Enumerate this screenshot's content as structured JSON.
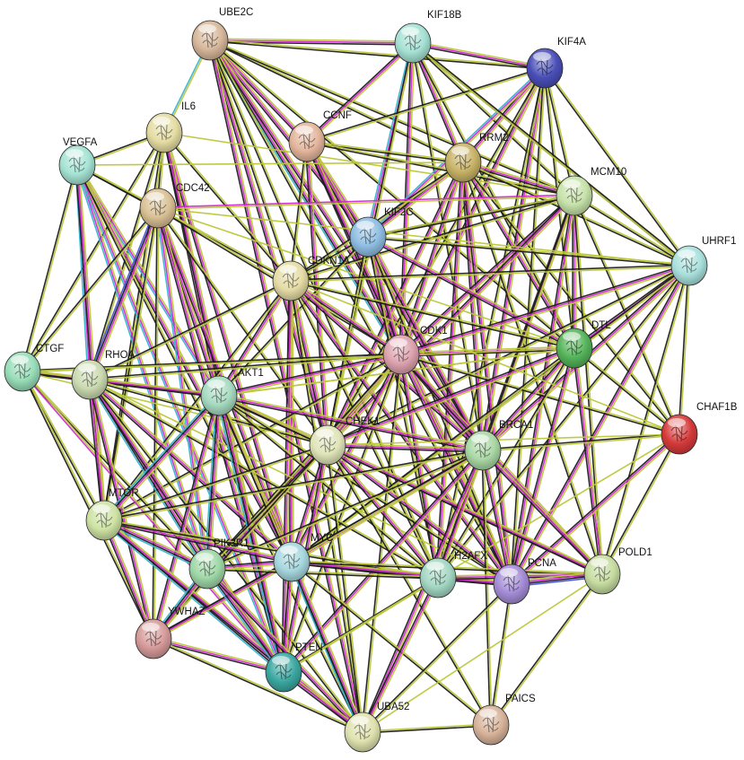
{
  "network": {
    "edge_colors": {
      "yellow": "#bcc83a",
      "black": "#1e1e1e",
      "magenta": "#d22bd2",
      "cyan": "#35b6d1",
      "blue": "#4a55d8"
    },
    "nodes": [
      {
        "id": "UBE2C",
        "label": "UBE2C",
        "color": "#d6b79a"
      },
      {
        "id": "KIF18B",
        "label": "KIF18B",
        "color": "#a6e1d4"
      },
      {
        "id": "KIF4A",
        "label": "KIF4A",
        "color": "#4a4fb8"
      },
      {
        "id": "IL6",
        "label": "IL6",
        "color": "#e4dca2"
      },
      {
        "id": "CCNF",
        "label": "CCNF",
        "color": "#e3b59c"
      },
      {
        "id": "RRM2",
        "label": "RRM2",
        "color": "#c7b266"
      },
      {
        "id": "VEGFA",
        "label": "VEGFA",
        "color": "#a5e3d3"
      },
      {
        "id": "MCM10",
        "label": "MCM10",
        "color": "#c6e2a9"
      },
      {
        "id": "CDC42",
        "label": "CDC42",
        "color": "#d9c094"
      },
      {
        "id": "KIF2C",
        "label": "KIF2C",
        "color": "#8fbde2"
      },
      {
        "id": "UHRF1",
        "label": "UHRF1",
        "color": "#a9e0dc"
      },
      {
        "id": "CDKN1A",
        "label": "CDKN1A",
        "color": "#e4dba4"
      },
      {
        "id": "CDK1",
        "label": "CDK1",
        "color": "#dca2ae"
      },
      {
        "id": "DTL",
        "label": "DTL",
        "color": "#55b45a"
      },
      {
        "id": "CTGF",
        "label": "CTGF",
        "color": "#98ddb8"
      },
      {
        "id": "RHOA",
        "label": "RHOA",
        "color": "#cad9b0"
      },
      {
        "id": "AKT1",
        "label": "AKT1",
        "color": "#a6dac0"
      },
      {
        "id": "CHAF1B",
        "label": "CHAF1B",
        "color": "#d63a3a"
      },
      {
        "id": "CHEK1",
        "label": "CHEK1",
        "color": "#dfe4b8"
      },
      {
        "id": "BRCA1",
        "label": "BRCA1",
        "color": "#a9d7a5"
      },
      {
        "id": "MTOR",
        "label": "MTOR",
        "color": "#cde2a3"
      },
      {
        "id": "MYC",
        "label": "MYC",
        "color": "#a6d7de"
      },
      {
        "id": "PIK3R1",
        "label": "PIK3R1",
        "color": "#9fd7a7"
      },
      {
        "id": "H2AFX",
        "label": "H2AFX",
        "color": "#a3d7c3"
      },
      {
        "id": "PCNA",
        "label": "PCNA",
        "color": "#a48cd6"
      },
      {
        "id": "POLD1",
        "label": "POLD1",
        "color": "#c6dca0"
      },
      {
        "id": "YWHAZ",
        "label": "YWHAZ",
        "color": "#d69a9a"
      },
      {
        "id": "PTEN",
        "label": "PTEN",
        "color": "#3ba8a1"
      },
      {
        "id": "UBA52",
        "label": "UBA52",
        "color": "#dfe2ae"
      },
      {
        "id": "PAICS",
        "label": "PAICS",
        "color": "#d7b39a"
      }
    ],
    "edges": [
      [
        "UBE2C",
        "KIF18B",
        "ymk"
      ],
      [
        "UBE2C",
        "KIF4A",
        "yk"
      ],
      [
        "UBE2C",
        "CCNF",
        "ymk"
      ],
      [
        "UBE2C",
        "RRM2",
        "yk"
      ],
      [
        "UBE2C",
        "KIF2C",
        "ymk"
      ],
      [
        "UBE2C",
        "CDK1",
        "ymkc"
      ],
      [
        "UBE2C",
        "CHEK1",
        "ymk"
      ],
      [
        "UBE2C",
        "BRCA1",
        "ymk"
      ],
      [
        "UBE2C",
        "MCM10",
        "yk"
      ],
      [
        "UBE2C",
        "CDKN1A",
        "yk"
      ],
      [
        "UBE2C",
        "IL6",
        "yc"
      ],
      [
        "UBE2C",
        "PCNA",
        "yk"
      ],
      [
        "UBE2C",
        "H2AFX",
        "yk"
      ],
      [
        "UBE2C",
        "UBA52",
        "ymk"
      ],
      [
        "UBE2C",
        "DTL",
        "yk"
      ],
      [
        "KIF18B",
        "KIF4A",
        "ymk"
      ],
      [
        "KIF18B",
        "CCNF",
        "ymk"
      ],
      [
        "KIF18B",
        "RRM2",
        "ymk"
      ],
      [
        "KIF18B",
        "KIF2C",
        "ymc"
      ],
      [
        "KIF18B",
        "CDK1",
        "ymk"
      ],
      [
        "KIF18B",
        "MCM10",
        "yk"
      ],
      [
        "KIF18B",
        "BRCA1",
        "yk"
      ],
      [
        "KIF18B",
        "CHEK1",
        "yk"
      ],
      [
        "KIF18B",
        "DTL",
        "yk"
      ],
      [
        "KIF18B",
        "UHRF1",
        "yk"
      ],
      [
        "KIF4A",
        "RRM2",
        "ymk"
      ],
      [
        "KIF4A",
        "KIF2C",
        "ymc"
      ],
      [
        "KIF4A",
        "CDK1",
        "ymk"
      ],
      [
        "KIF4A",
        "MCM10",
        "yk"
      ],
      [
        "KIF4A",
        "BRCA1",
        "ymk"
      ],
      [
        "KIF4A",
        "CHEK1",
        "yk"
      ],
      [
        "KIF4A",
        "DTL",
        "yk"
      ],
      [
        "KIF4A",
        "UHRF1",
        "yk"
      ],
      [
        "KIF4A",
        "CCNF",
        "yk"
      ],
      [
        "KIF4A",
        "PCNA",
        "yk"
      ],
      [
        "KIF4A",
        "H2AFX",
        "yk"
      ],
      [
        "IL6",
        "VEGFA",
        "yk"
      ],
      [
        "IL6",
        "CDC42",
        "yk"
      ],
      [
        "IL6",
        "AKT1",
        "ymk"
      ],
      [
        "IL6",
        "CTGF",
        "yk"
      ],
      [
        "IL6",
        "RHOA",
        "yk"
      ],
      [
        "IL6",
        "MTOR",
        "yk"
      ],
      [
        "IL6",
        "CDKN1A",
        "yk"
      ],
      [
        "IL6",
        "MYC",
        "ymk"
      ],
      [
        "IL6",
        "PTEN",
        "ymk"
      ],
      [
        "IL6",
        "MCM10",
        "y"
      ],
      [
        "CCNF",
        "RRM2",
        "yk"
      ],
      [
        "CCNF",
        "KIF2C",
        "ymk"
      ],
      [
        "CCNF",
        "CDK1",
        "ymk"
      ],
      [
        "CCNF",
        "CHEK1",
        "ymk"
      ],
      [
        "CCNF",
        "BRCA1",
        "ymk"
      ],
      [
        "CCNF",
        "CDKN1A",
        "yk"
      ],
      [
        "CCNF",
        "PCNA",
        "ymk"
      ],
      [
        "CCNF",
        "MCM10",
        "yk"
      ],
      [
        "RRM2",
        "MCM10",
        "ymk"
      ],
      [
        "RRM2",
        "CDK1",
        "ymk"
      ],
      [
        "RRM2",
        "CHEK1",
        "ymk"
      ],
      [
        "RRM2",
        "BRCA1",
        "ymk"
      ],
      [
        "RRM2",
        "DTL",
        "ymk"
      ],
      [
        "RRM2",
        "UHRF1",
        "yk"
      ],
      [
        "RRM2",
        "KIF2C",
        "ymk"
      ],
      [
        "RRM2",
        "PCNA",
        "ymk"
      ],
      [
        "RRM2",
        "H2AFX",
        "ymk"
      ],
      [
        "RRM2",
        "POLD1",
        "yk"
      ],
      [
        "RRM2",
        "CHAF1B",
        "yk"
      ],
      [
        "RRM2",
        "CDKN1A",
        "yk"
      ],
      [
        "VEGFA",
        "CDC42",
        "yk"
      ],
      [
        "VEGFA",
        "AKT1",
        "ymc"
      ],
      [
        "VEGFA",
        "RHOA",
        "ymc"
      ],
      [
        "VEGFA",
        "CTGF",
        "yk"
      ],
      [
        "VEGFA",
        "MTOR",
        "ymk"
      ],
      [
        "VEGFA",
        "PIK3R1",
        "ymc"
      ],
      [
        "VEGFA",
        "MYC",
        "ymk"
      ],
      [
        "VEGFA",
        "PTEN",
        "ymc"
      ],
      [
        "VEGFA",
        "CDKN1A",
        "yk"
      ],
      [
        "VEGFA",
        "RRM2",
        "y"
      ],
      [
        "VEGFA",
        "UBA52",
        "yk"
      ],
      [
        "MCM10",
        "CDK1",
        "ymk"
      ],
      [
        "MCM10",
        "DTL",
        "ymk"
      ],
      [
        "MCM10",
        "UHRF1",
        "yk"
      ],
      [
        "MCM10",
        "CHEK1",
        "ymk"
      ],
      [
        "MCM10",
        "BRCA1",
        "ymk"
      ],
      [
        "MCM10",
        "PCNA",
        "ymk"
      ],
      [
        "MCM10",
        "CHAF1B",
        "yk"
      ],
      [
        "MCM10",
        "KIF2C",
        "yk"
      ],
      [
        "MCM10",
        "CDC42",
        "ym"
      ],
      [
        "MCM10",
        "H2AFX",
        "yk"
      ],
      [
        "MCM10",
        "POLD1",
        "yk"
      ],
      [
        "MCM10",
        "CDKN1A",
        "yk"
      ],
      [
        "CDC42",
        "AKT1",
        "ymk"
      ],
      [
        "CDC42",
        "RHOA",
        "ymkb"
      ],
      [
        "CDC42",
        "CTGF",
        "yk"
      ],
      [
        "CDC42",
        "PIK3R1",
        "ymc"
      ],
      [
        "CDC42",
        "MTOR",
        "yk"
      ],
      [
        "CDC42",
        "CDK1",
        "yk"
      ],
      [
        "CDC42",
        "MYC",
        "ymk"
      ],
      [
        "CDC42",
        "PTEN",
        "ymk"
      ],
      [
        "CDC42",
        "YWHAZ",
        "yk"
      ],
      [
        "CDC42",
        "CHEK1",
        "yk"
      ],
      [
        "CDC42",
        "DTL",
        "y"
      ],
      [
        "KIF2C",
        "CDK1",
        "ymk"
      ],
      [
        "KIF2C",
        "CHEK1",
        "yk"
      ],
      [
        "KIF2C",
        "BRCA1",
        "ymk"
      ],
      [
        "KIF2C",
        "MCM10",
        "yk"
      ],
      [
        "KIF2C",
        "DTL",
        "ymk"
      ],
      [
        "KIF2C",
        "UHRF1",
        "yk"
      ],
      [
        "KIF2C",
        "PCNA",
        "yk"
      ],
      [
        "KIF2C",
        "H2AFX",
        "yk"
      ],
      [
        "KIF2C",
        "CDKN1A",
        "yk"
      ],
      [
        "KIF2C",
        "AKT1",
        "yk"
      ],
      [
        "UHRF1",
        "CDK1",
        "ymk"
      ],
      [
        "UHRF1",
        "DTL",
        "ymk"
      ],
      [
        "UHRF1",
        "CHEK1",
        "yk"
      ],
      [
        "UHRF1",
        "BRCA1",
        "ymk"
      ],
      [
        "UHRF1",
        "PCNA",
        "ymk"
      ],
      [
        "UHRF1",
        "CHAF1B",
        "yk"
      ],
      [
        "UHRF1",
        "H2AFX",
        "yk"
      ],
      [
        "UHRF1",
        "POLD1",
        "yk"
      ],
      [
        "UHRF1",
        "CDC42",
        "y"
      ],
      [
        "UHRF1",
        "KIF18B",
        "yk"
      ],
      [
        "UHRF1",
        "MYC",
        "yk"
      ],
      [
        "UHRF1",
        "CDKN1A",
        "yk"
      ],
      [
        "CDKN1A",
        "CDK1",
        "ymk"
      ],
      [
        "CDKN1A",
        "AKT1",
        "ymk"
      ],
      [
        "CDKN1A",
        "CHEK1",
        "ymk"
      ],
      [
        "CDKN1A",
        "BRCA1",
        "ymk"
      ],
      [
        "CDKN1A",
        "MYC",
        "ymk"
      ],
      [
        "CDKN1A",
        "PCNA",
        "ymk"
      ],
      [
        "CDKN1A",
        "MTOR",
        "yk"
      ],
      [
        "CDKN1A",
        "PTEN",
        "ymk"
      ],
      [
        "CDKN1A",
        "RHOA",
        "yk"
      ],
      [
        "CDKN1A",
        "H2AFX",
        "yk"
      ],
      [
        "CDKN1A",
        "UBA52",
        "yk"
      ],
      [
        "CDKN1A",
        "DTL",
        "yk"
      ],
      [
        "CDK1",
        "DTL",
        "ymk"
      ],
      [
        "CDK1",
        "CHEK1",
        "ymk"
      ],
      [
        "CDK1",
        "BRCA1",
        "ymk"
      ],
      [
        "CDK1",
        "AKT1",
        "ymk"
      ],
      [
        "CDK1",
        "MYC",
        "ymk"
      ],
      [
        "CDK1",
        "PCNA",
        "ymk"
      ],
      [
        "CDK1",
        "H2AFX",
        "ymk"
      ],
      [
        "CDK1",
        "CHAF1B",
        "yk"
      ],
      [
        "CDK1",
        "POLD1",
        "ymk"
      ],
      [
        "CDK1",
        "RHOA",
        "yk"
      ],
      [
        "CDK1",
        "MTOR",
        "yk"
      ],
      [
        "CDK1",
        "UBA52",
        "yk"
      ],
      [
        "CDK1",
        "PTEN",
        "yk"
      ],
      [
        "CDK1",
        "CTGF",
        "yk"
      ],
      [
        "CDK1",
        "YWHAZ",
        "ymk"
      ],
      [
        "CDK1",
        "PIK3R1",
        "yk"
      ],
      [
        "DTL",
        "CHEK1",
        "ymk"
      ],
      [
        "DTL",
        "BRCA1",
        "ymk"
      ],
      [
        "DTL",
        "PCNA",
        "ymk"
      ],
      [
        "DTL",
        "CHAF1B",
        "yk"
      ],
      [
        "DTL",
        "H2AFX",
        "yk"
      ],
      [
        "DTL",
        "POLD1",
        "ymk"
      ],
      [
        "DTL",
        "AKT1",
        "y"
      ],
      [
        "DTL",
        "MYC",
        "yk"
      ],
      [
        "CTGF",
        "RHOA",
        "ymk"
      ],
      [
        "CTGF",
        "AKT1",
        "yk"
      ],
      [
        "CTGF",
        "MTOR",
        "yk"
      ],
      [
        "CTGF",
        "CHEK1",
        "y"
      ],
      [
        "CTGF",
        "PIK3R1",
        "yk"
      ],
      [
        "CTGF",
        "PTEN",
        "ym"
      ],
      [
        "CTGF",
        "YWHAZ",
        "yk"
      ],
      [
        "CTGF",
        "DTL",
        "y"
      ],
      [
        "RHOA",
        "AKT1",
        "ymk"
      ],
      [
        "RHOA",
        "MTOR",
        "ymk"
      ],
      [
        "RHOA",
        "PIK3R1",
        "ymkc"
      ],
      [
        "RHOA",
        "MYC",
        "ymk"
      ],
      [
        "RHOA",
        "PTEN",
        "ymk"
      ],
      [
        "RHOA",
        "YWHAZ",
        "ymk"
      ],
      [
        "RHOA",
        "UBA52",
        "yk"
      ],
      [
        "RHOA",
        "CHEK1",
        "yk"
      ],
      [
        "RHOA",
        "H2AFX",
        "yk"
      ],
      [
        "RHOA",
        "PCNA",
        "y"
      ],
      [
        "AKT1",
        "MTOR",
        "ymkc"
      ],
      [
        "AKT1",
        "PIK3R1",
        "ymkc"
      ],
      [
        "AKT1",
        "MYC",
        "ymk"
      ],
      [
        "AKT1",
        "PTEN",
        "ymkc"
      ],
      [
        "AKT1",
        "YWHAZ",
        "ymk"
      ],
      [
        "AKT1",
        "CHEK1",
        "ymk"
      ],
      [
        "AKT1",
        "BRCA1",
        "ymk"
      ],
      [
        "AKT1",
        "UBA52",
        "yk"
      ],
      [
        "AKT1",
        "H2AFX",
        "yk"
      ],
      [
        "AKT1",
        "PCNA",
        "yk"
      ],
      [
        "AKT1",
        "POLD1",
        "yk"
      ],
      [
        "AKT1",
        "DTL",
        "y"
      ],
      [
        "CHAF1B",
        "PCNA",
        "ymk"
      ],
      [
        "CHAF1B",
        "BRCA1",
        "yk"
      ],
      [
        "CHAF1B",
        "POLD1",
        "yk"
      ],
      [
        "CHAF1B",
        "CHEK1",
        "y"
      ],
      [
        "CHAF1B",
        "H2AFX",
        "y"
      ],
      [
        "CHAF1B",
        "CDKN1A",
        "y"
      ],
      [
        "CHEK1",
        "BRCA1",
        "ymk"
      ],
      [
        "CHEK1",
        "MYC",
        "ymk"
      ],
      [
        "CHEK1",
        "H2AFX",
        "ymk"
      ],
      [
        "CHEK1",
        "PCNA",
        "ymk"
      ],
      [
        "CHEK1",
        "POLD1",
        "ymk"
      ],
      [
        "CHEK1",
        "PTEN",
        "ymk"
      ],
      [
        "CHEK1",
        "UBA52",
        "yk"
      ],
      [
        "CHEK1",
        "MTOR",
        "yk"
      ],
      [
        "CHEK1",
        "PIK3R1",
        "yk"
      ],
      [
        "CHEK1",
        "YWHAZ",
        "yk"
      ],
      [
        "CHEK1",
        "PAICS",
        "yk"
      ],
      [
        "BRCA1",
        "MYC",
        "ymk"
      ],
      [
        "BRCA1",
        "H2AFX",
        "ymk"
      ],
      [
        "BRCA1",
        "PCNA",
        "ymk"
      ],
      [
        "BRCA1",
        "POLD1",
        "ymk"
      ],
      [
        "BRCA1",
        "PTEN",
        "ymk"
      ],
      [
        "BRCA1",
        "UBA52",
        "ymk"
      ],
      [
        "BRCA1",
        "MTOR",
        "yk"
      ],
      [
        "BRCA1",
        "PAICS",
        "yk"
      ],
      [
        "BRCA1",
        "PIK3R1",
        "yk"
      ],
      [
        "BRCA1",
        "YWHAZ",
        "yk"
      ],
      [
        "MTOR",
        "PIK3R1",
        "ymkc"
      ],
      [
        "MTOR",
        "MYC",
        "ymk"
      ],
      [
        "MTOR",
        "PTEN",
        "ymkc"
      ],
      [
        "MTOR",
        "YWHAZ",
        "ymk"
      ],
      [
        "MTOR",
        "UBA52",
        "ymk"
      ],
      [
        "MTOR",
        "H2AFX",
        "yk"
      ],
      [
        "MYC",
        "PIK3R1",
        "ymk"
      ],
      [
        "MYC",
        "PTEN",
        "ymk"
      ],
      [
        "MYC",
        "H2AFX",
        "ymk"
      ],
      [
        "MYC",
        "PCNA",
        "ymk"
      ],
      [
        "MYC",
        "UBA52",
        "ymkc"
      ],
      [
        "MYC",
        "YWHAZ",
        "ymk"
      ],
      [
        "MYC",
        "POLD1",
        "yk"
      ],
      [
        "MYC",
        "PAICS",
        "yk"
      ],
      [
        "PIK3R1",
        "PTEN",
        "ymkc"
      ],
      [
        "PIK3R1",
        "YWHAZ",
        "ymkc"
      ],
      [
        "PIK3R1",
        "UBA52",
        "ymk"
      ],
      [
        "PIK3R1",
        "H2AFX",
        "yk"
      ],
      [
        "H2AFX",
        "PCNA",
        "ymk"
      ],
      [
        "H2AFX",
        "POLD1",
        "ymk"
      ],
      [
        "H2AFX",
        "UBA52",
        "ymk"
      ],
      [
        "H2AFX",
        "PTEN",
        "yk"
      ],
      [
        "PCNA",
        "POLD1",
        "ymkb"
      ],
      [
        "PCNA",
        "PAICS",
        "yk"
      ],
      [
        "PCNA",
        "UBA52",
        "yk"
      ],
      [
        "POLD1",
        "PAICS",
        "yk"
      ],
      [
        "POLD1",
        "UBA52",
        "y"
      ],
      [
        "YWHAZ",
        "PTEN",
        "ymk"
      ],
      [
        "YWHAZ",
        "UBA52",
        "yk"
      ],
      [
        "PTEN",
        "UBA52",
        "ymk"
      ],
      [
        "PTEN",
        "H2AFX",
        "y"
      ],
      [
        "UBA52",
        "PAICS",
        "yk"
      ]
    ]
  }
}
